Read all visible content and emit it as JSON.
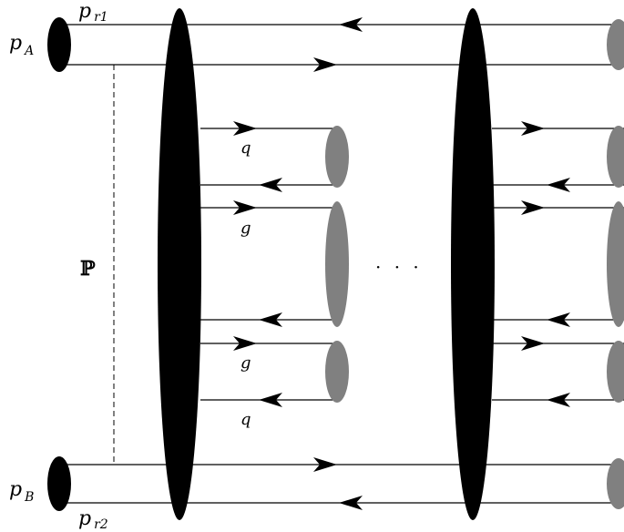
{
  "labels": {
    "pA": {
      "main": "p",
      "sub": "A"
    },
    "pB": {
      "main": "p",
      "sub": "B"
    },
    "pr1": {
      "main": "p",
      "sub": "r1"
    },
    "pr2": {
      "main": "p",
      "sub": "r2"
    },
    "q_top": "q",
    "g_top": "g",
    "g_bottom": "g",
    "q_bottom": "q",
    "pomeron": "ℙ",
    "ellipsis": "· · ·"
  },
  "colors": {
    "black_blob": "#000000",
    "gray_blob": "#808080",
    "line": "#000000"
  }
}
